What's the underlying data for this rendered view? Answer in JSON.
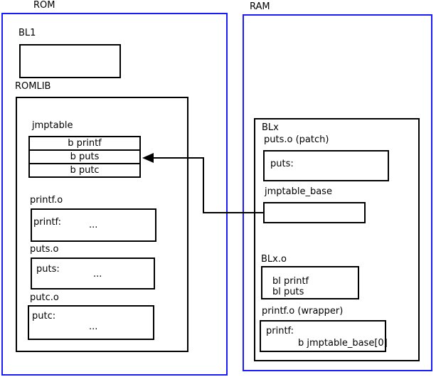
{
  "colors": {
    "region_border": "#1a1aff",
    "box_border": "#000000",
    "background": "#ffffff"
  },
  "rom": {
    "label": "ROM",
    "bl1_label": "BL1",
    "romlib": {
      "label": "ROMLIB",
      "jmptable": {
        "label": "jmptable",
        "entries": [
          "b printf",
          "b puts",
          "b putc"
        ]
      },
      "objects": [
        {
          "label": "printf.o",
          "symbol": "printf:",
          "ellipsis": "..."
        },
        {
          "label": "puts.o",
          "symbol": "puts:",
          "ellipsis": "..."
        },
        {
          "label": "putc.o",
          "symbol": "putc:",
          "ellipsis": "..."
        }
      ]
    }
  },
  "ram": {
    "label": "RAM",
    "blx": {
      "label": "BLx",
      "puts_patch": {
        "label": "puts.o (patch)",
        "symbol": "puts:"
      },
      "jmptable_base_label": "jmptable_base",
      "blx_o": {
        "label": "BLx.o",
        "instructions": [
          "bl printf",
          "bl puts"
        ]
      },
      "printf_wrapper": {
        "label": "printf.o (wrapper)",
        "symbol": "printf:",
        "body": "b jmptable_base[0]"
      }
    }
  }
}
